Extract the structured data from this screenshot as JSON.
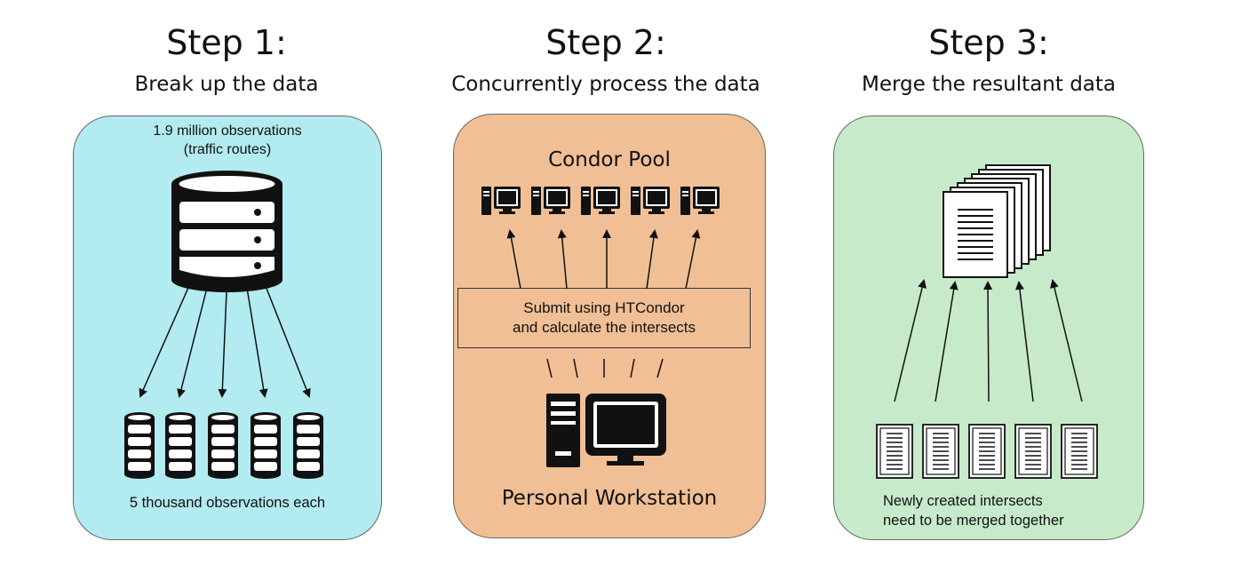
{
  "steps": [
    {
      "title": "Step 1:",
      "subtitle": "Break up the data"
    },
    {
      "title": "Step 2:",
      "subtitle": "Concurrently process the data"
    },
    {
      "title": "Step 3:",
      "subtitle": "Merge the resultant data"
    }
  ],
  "panel1": {
    "top_line1": "1.9 million observations",
    "top_line2": "(traffic routes)",
    "bottom": "5 thousand observations each",
    "chunk_count": 5
  },
  "panel2": {
    "pool_label": "Condor Pool",
    "box_line1": "Submit using HTCondor",
    "box_line2": "and calculate the intersects",
    "workstation_label": "Personal Workstation",
    "pool_computer_count": 5
  },
  "panel3": {
    "bottom_line1": "Newly created intersects",
    "bottom_line2": "need to be merged together",
    "document_count": 5
  },
  "colors": {
    "panel1_fill": "#b2ebf0",
    "panel2_fill": "#f1bf95",
    "panel3_fill": "#c7ebca"
  },
  "icons": {
    "database": "database-icon",
    "small_database": "small-database-icon",
    "pool_computer": "computer-icon",
    "workstation": "workstation-icon",
    "merged_document": "document-stack-icon",
    "document": "document-icon"
  }
}
